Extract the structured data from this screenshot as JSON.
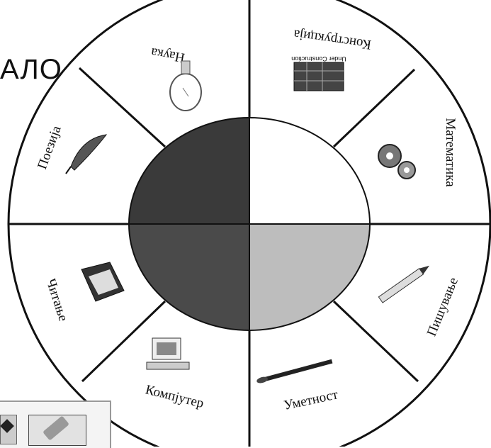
{
  "title_fragment": "АЛО",
  "segments": [
    {
      "key": "science",
      "label": "Наука",
      "icon": "lightbulb-icon"
    },
    {
      "key": "construction",
      "label": "Конструкција",
      "icon": "construction-icon",
      "icon_caption": "Under Construction"
    },
    {
      "key": "math",
      "label": "Математика",
      "icon": "gears-icon"
    },
    {
      "key": "writing",
      "label": "Пишување",
      "icon": "pencil-icon"
    },
    {
      "key": "art",
      "label": "Уметност",
      "icon": "paintbrush-icon"
    },
    {
      "key": "computer",
      "label": "Компјутер",
      "icon": "computer-icon"
    },
    {
      "key": "reading",
      "label": "Читање",
      "icon": "books-icon"
    },
    {
      "key": "poetry",
      "label": "Поезија",
      "icon": "quill-icon"
    }
  ],
  "center_quadrants": [
    {
      "key": "top-left",
      "color": "#3a3a3a"
    },
    {
      "key": "top-right",
      "color": "#ffffff"
    },
    {
      "key": "bottom-right",
      "color": "#bdbdbd"
    },
    {
      "key": "bottom-left",
      "color": "#4a4a4a"
    }
  ],
  "toolbar": {
    "tools": [
      "pen-icon",
      "eraser-icon"
    ]
  }
}
